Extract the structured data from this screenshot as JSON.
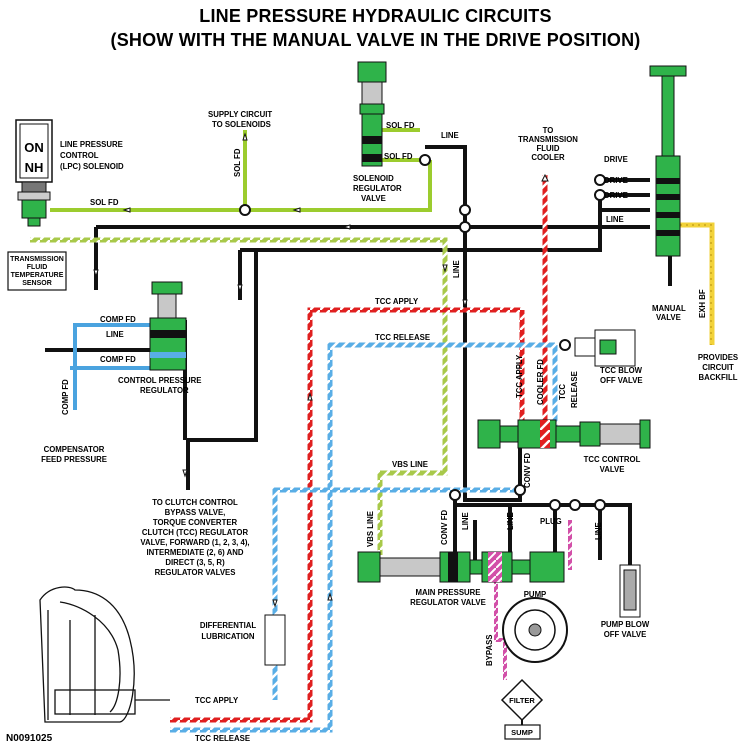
{
  "title": {
    "line1": "LINE PRESSURE HYDRAULIC CIRCUITS",
    "line2": "(SHOW WITH THE MANUAL VALVE IN THE DRIVE POSITION)"
  },
  "doc_id": "N0091025",
  "solenoid_block": {
    "on": "ON",
    "nh": "NH",
    "label1": "LINE PRESSURE",
    "label2": "CONTROL",
    "label3": "(LPC) SOLENOID"
  },
  "labels": {
    "supply1": "SUPPLY CIRCUIT",
    "supply2": "TO SOLENOIDS",
    "sol_fd": "SOL FD",
    "line": "LINE",
    "srv1": "SOLENOID",
    "srv2": "REGULATOR",
    "srv3": "VALVE",
    "cooler1": "TO",
    "cooler2": "TRANSMISSION",
    "cooler3": "FLUID",
    "cooler4": "COOLER",
    "drive": "DRIVE",
    "manual1": "MANUAL",
    "manual2": "VALVE",
    "exh_bf": "EXH BF",
    "backfill1": "PROVIDES",
    "backfill2": "CIRCUIT",
    "backfill3": "BACKFILL",
    "tfts1": "TRANSMISSION",
    "tfts2": "FLUID",
    "tfts3": "TEMPERATURE",
    "tfts4": "SENSOR",
    "comp_fd": "COMP FD",
    "cpr1": "CONTROL PRESSURE",
    "cpr2": "REGULATOR",
    "comp_feed1": "COMPENSATOR",
    "comp_feed2": "FEED PRESSURE",
    "tcc_apply": "TCC APPLY",
    "tcc_release": "TCC RELEASE",
    "cooler_fd": "COOLER FD",
    "tcc_blow1": "TCC BLOW",
    "tcc_blow2": "OFF VALVE",
    "tcc_ctrl1": "TCC CONTROL",
    "tcc_ctrl2": "VALVE",
    "vbs_line": "VBS LINE",
    "conv_fd": "CONV FD",
    "plug": "PLUG",
    "clutch1": "TO CLUTCH CONTROL",
    "clutch2": "BYPASS VALVE,",
    "clutch3": "TORQUE CONVERTER",
    "clutch4": "CLUTCH (TCC) REGULATOR",
    "clutch5": "VALVE, FORWARD (1, 2, 3, 4),",
    "clutch6": "INTERMEDIATE (2, 6) AND",
    "clutch7": "DIRECT (3, 5, R)",
    "clutch8": "REGULATOR VALVES",
    "diff1": "DIFFERENTIAL",
    "diff2": "LUBRICATION",
    "mprv1": "MAIN PRESSURE",
    "mprv2": "REGULATOR VALVE",
    "pump": "PUMP",
    "pump_blow1": "PUMP BLOW",
    "pump_blow2": "OFF VALVE",
    "bypass": "BYPASS",
    "filter": "FILTER",
    "sump": "SUMP"
  },
  "colors": {
    "line": "#111111",
    "sol_fd": "#9ccc2e",
    "comp_fd": "#4aa3df",
    "tcc_apply": "#e02020",
    "bypass": "#d24fa8",
    "exhaust_backfill": "#f2d23a",
    "valve_green": "#2fb34a"
  }
}
